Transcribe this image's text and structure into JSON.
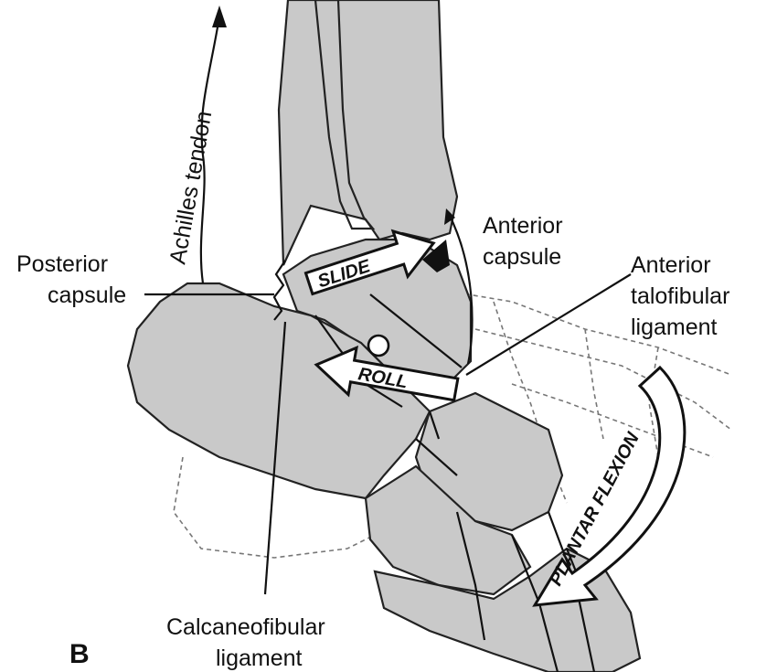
{
  "figure_letter": "B",
  "labels": {
    "achilles_tendon": "Achilles tendon",
    "posterior_capsule_line1": "Posterior",
    "posterior_capsule_line2": "capsule",
    "anterior_capsule_line1": "Anterior",
    "anterior_capsule_line2": "capsule",
    "anterior_talofibular_line1": "Anterior",
    "anterior_talofibular_line2": "talofibular",
    "anterior_talofibular_line3": "ligament",
    "calcaneofibular_line1": "Calcaneofibular",
    "calcaneofibular_line2": "ligament"
  },
  "motion_arrows": {
    "slide": "SLIDE",
    "roll": "ROLL",
    "plantar_flexion": "PLANTAR FLEXION"
  },
  "colors": {
    "bone_fill": "#c9c9c9",
    "outline": "#222222",
    "background": "#ffffff"
  }
}
